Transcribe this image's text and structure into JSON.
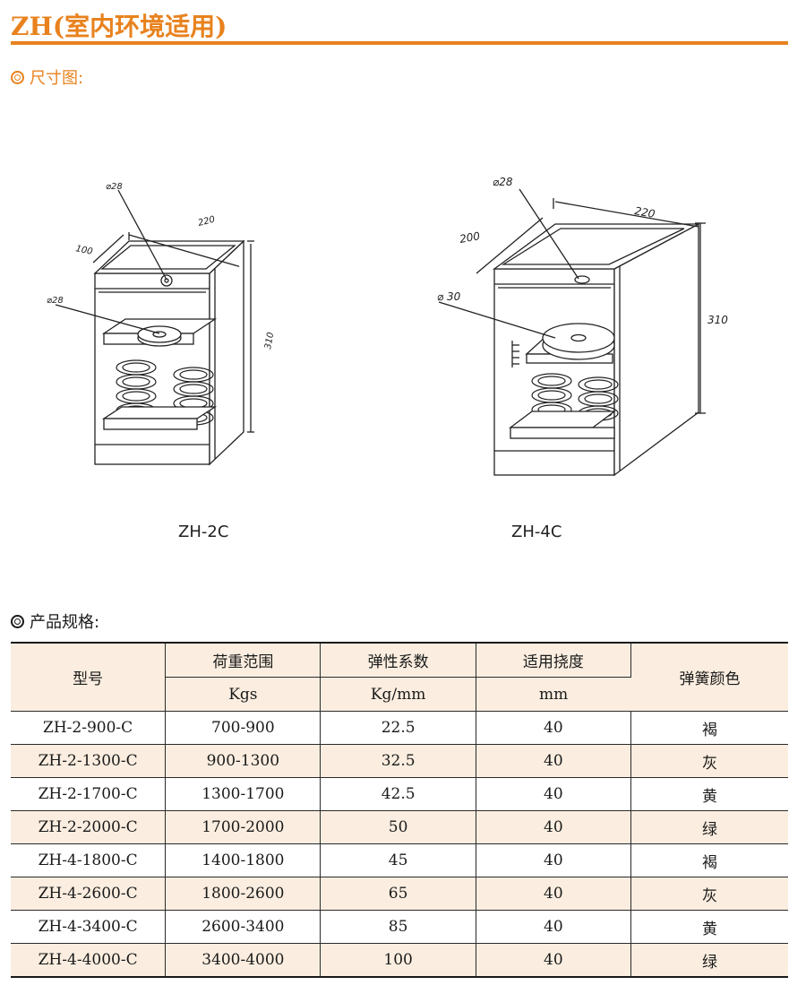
{
  "header": {
    "title": "ZH(室内环境适用)"
  },
  "sections": {
    "dimensions_title": "尺寸图:",
    "specs_title": "产品规格:"
  },
  "drawings": [
    {
      "model": "ZH-2C",
      "dims": {
        "top_hole": "28",
        "plate_hole": "28",
        "width": "220",
        "depth": "100",
        "height": "310"
      }
    },
    {
      "model": "ZH-4C",
      "dims": {
        "top_hole": "28",
        "plate_hole": "30",
        "width": "220",
        "depth": "200",
        "height": "310"
      }
    }
  ],
  "table": {
    "headers": {
      "model": "型号",
      "load_range": "荷重范围",
      "load_unit": "Kgs",
      "stiffness": "弹性系数",
      "stiffness_unit": "Kg/mm",
      "deflection": "适用挠度",
      "deflection_unit": "mm",
      "spring_color": "弹簧颜色"
    },
    "rows": [
      {
        "model": "ZH-2-900-C",
        "load": "700-900",
        "stiffness": "22.5",
        "deflection": "40",
        "color": "褐"
      },
      {
        "model": "ZH-2-1300-C",
        "load": "900-1300",
        "stiffness": "32.5",
        "deflection": "40",
        "color": "灰"
      },
      {
        "model": "ZH-2-1700-C",
        "load": "1300-1700",
        "stiffness": "42.5",
        "deflection": "40",
        "color": "黄"
      },
      {
        "model": "ZH-2-2000-C",
        "load": "1700-2000",
        "stiffness": "50",
        "deflection": "40",
        "color": "绿"
      },
      {
        "model": "ZH-4-1800-C",
        "load": "1400-1800",
        "stiffness": "45",
        "deflection": "40",
        "color": "褐"
      },
      {
        "model": "ZH-4-2600-C",
        "load": "1800-2600",
        "stiffness": "65",
        "deflection": "40",
        "color": "灰"
      },
      {
        "model": "ZH-4-3400-C",
        "load": "2600-3400",
        "stiffness": "85",
        "deflection": "40",
        "color": "黄"
      },
      {
        "model": "ZH-4-4000-C",
        "load": "3400-4000",
        "stiffness": "100",
        "deflection": "40",
        "color": "绿"
      }
    ]
  },
  "colors": {
    "accent": "#e8821e",
    "row_tint": "#fbeee0"
  }
}
